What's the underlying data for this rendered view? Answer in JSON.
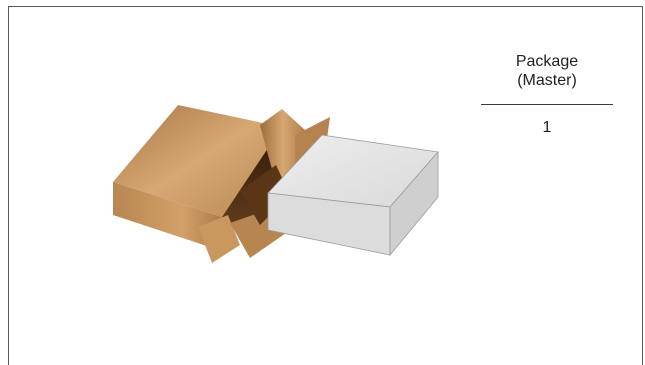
{
  "package": {
    "header_line1": "Package",
    "header_line2": "(Master)",
    "quantity": "1"
  },
  "illustration": {
    "icon": "master-carton-with-product-box",
    "colors": {
      "carton": "#c4935f",
      "carton_dark": "#8a5c31",
      "carton_shadow": "#4b2c12",
      "product_box": "#e2e2e2",
      "product_box_edge": "#9a9a9a"
    }
  }
}
